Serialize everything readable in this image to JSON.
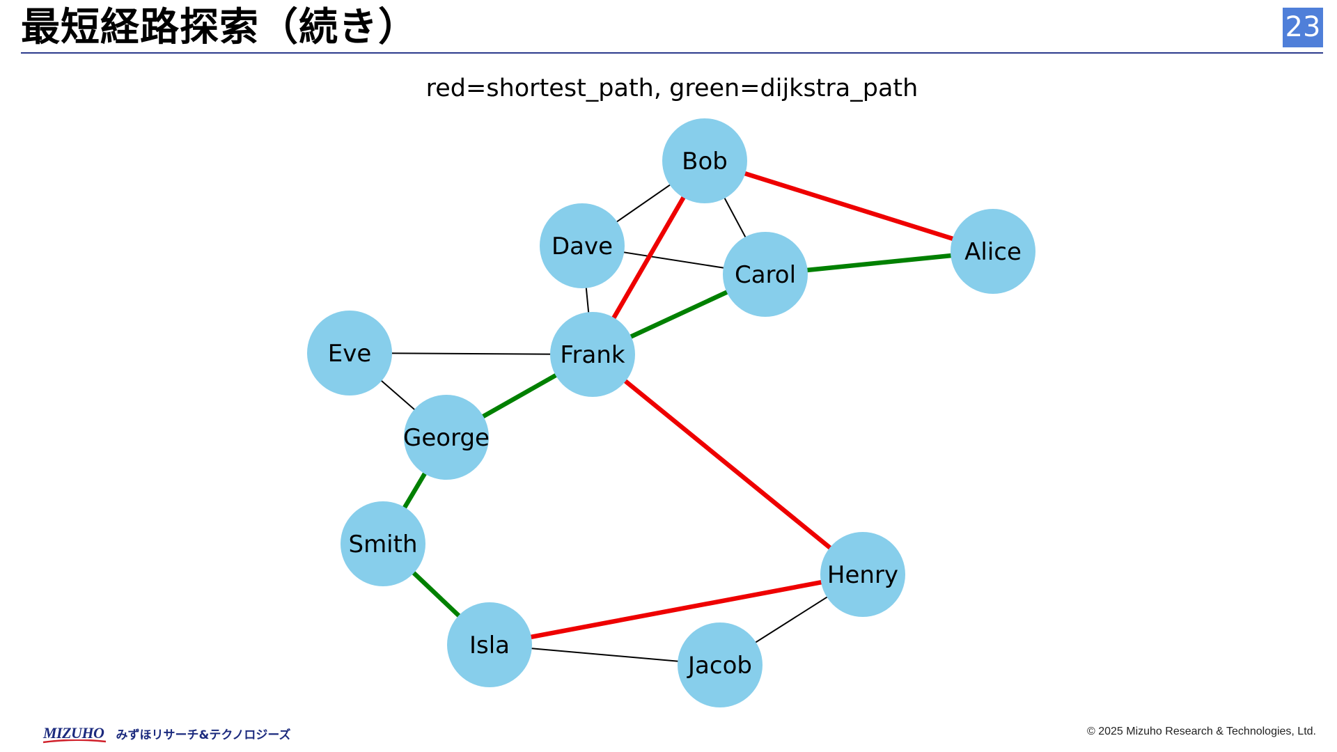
{
  "slide": {
    "title": "最短経路探索（続き）",
    "page_number": "23",
    "accent_color": "#4f7fd9",
    "rule_color": "#2b3a8c"
  },
  "figure": {
    "title": "red=shortest_path, green=dijkstra_path",
    "node_color": "#87ceeb",
    "edge_colors": {
      "plain": "#000000",
      "shortest_path": "#ee0000",
      "dijkstra_path": "#008000"
    },
    "nodes": [
      {
        "id": "Bob",
        "label": "Bob"
      },
      {
        "id": "Dave",
        "label": "Dave"
      },
      {
        "id": "Carol",
        "label": "Carol"
      },
      {
        "id": "Alice",
        "label": "Alice"
      },
      {
        "id": "Eve",
        "label": "Eve"
      },
      {
        "id": "Frank",
        "label": "Frank"
      },
      {
        "id": "George",
        "label": "George"
      },
      {
        "id": "Smith",
        "label": "Smith"
      },
      {
        "id": "Henry",
        "label": "Henry"
      },
      {
        "id": "Isla",
        "label": "Isla"
      },
      {
        "id": "Jacob",
        "label": "Jacob"
      }
    ],
    "edges": [
      {
        "from": "Bob",
        "to": "Dave",
        "type": "plain"
      },
      {
        "from": "Bob",
        "to": "Carol",
        "type": "plain"
      },
      {
        "from": "Dave",
        "to": "Carol",
        "type": "plain"
      },
      {
        "from": "Dave",
        "to": "Frank",
        "type": "plain"
      },
      {
        "from": "Eve",
        "to": "Frank",
        "type": "plain"
      },
      {
        "from": "Eve",
        "to": "George",
        "type": "plain"
      },
      {
        "from": "Henry",
        "to": "Jacob",
        "type": "plain"
      },
      {
        "from": "Isla",
        "to": "Jacob",
        "type": "plain"
      },
      {
        "from": "Bob",
        "to": "Alice",
        "type": "shortest_path"
      },
      {
        "from": "Bob",
        "to": "Frank",
        "type": "shortest_path"
      },
      {
        "from": "Frank",
        "to": "Henry",
        "type": "shortest_path"
      },
      {
        "from": "Henry",
        "to": "Isla",
        "type": "shortest_path"
      },
      {
        "from": "Alice",
        "to": "Carol",
        "type": "dijkstra_path"
      },
      {
        "from": "Carol",
        "to": "Frank",
        "type": "dijkstra_path"
      },
      {
        "from": "Frank",
        "to": "George",
        "type": "dijkstra_path"
      },
      {
        "from": "George",
        "to": "Smith",
        "type": "dijkstra_path"
      },
      {
        "from": "Smith",
        "to": "Isla",
        "type": "dijkstra_path"
      }
    ]
  },
  "footer": {
    "logo_text": "MIZUHO",
    "logo_subtext": "みずほリサーチ&テクノロジーズ",
    "logo_color": "#1b2a7e",
    "copyright": "© 2025 Mizuho Research & Technologies, Ltd."
  }
}
